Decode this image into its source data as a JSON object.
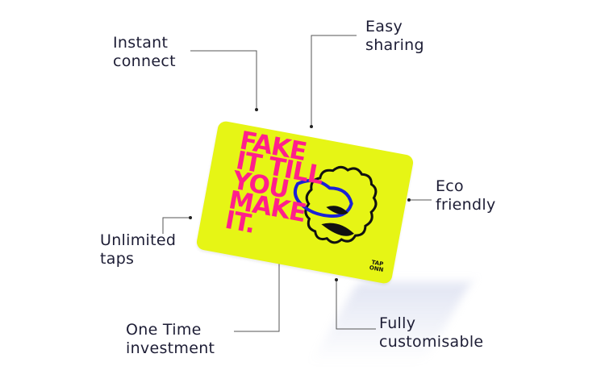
{
  "features": {
    "instant": {
      "line1": "Instant",
      "line2": "connect"
    },
    "sharing": {
      "line1": "Easy",
      "line2": "sharing"
    },
    "eco": {
      "line1": "Eco",
      "line2": "friendly"
    },
    "unlimited": {
      "line1": "Unlimited",
      "line2": "taps"
    },
    "onetime": {
      "line1": "One Time",
      "line2": "investment"
    },
    "custom": {
      "line1": "Fully",
      "line2": "customisable"
    }
  },
  "card": {
    "slogan": [
      "FAKE",
      "IT TILL",
      "YOU",
      "MAKE",
      "IT."
    ],
    "brand_line1": "TAP",
    "brand_line2": "ONN",
    "colors": {
      "background": "#e6f515",
      "slogan": "#ff1f8c",
      "outline": "#111111",
      "blob": "#1a22d6"
    }
  },
  "colors": {
    "text": "#1d1d35",
    "leader": "#444444"
  }
}
